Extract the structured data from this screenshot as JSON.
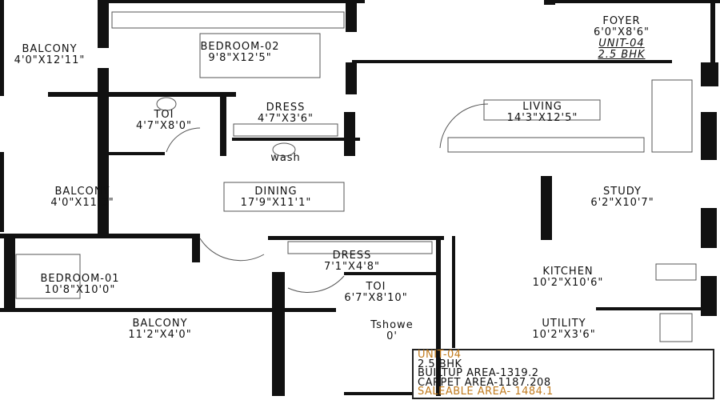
{
  "rooms": {
    "balcony_top": {
      "name": "BALCONY",
      "size": "4'0\"X12'11\""
    },
    "bedroom_02": {
      "name": "BEDROOM-02",
      "size": "9'8\"X12'5\""
    },
    "toi_top": {
      "name": "TOI",
      "size": "4'7\"X8'0\""
    },
    "dress_top": {
      "name": "DRESS",
      "size": "4'7\"X3'6\""
    },
    "wash": {
      "name": "wash"
    },
    "foyer": {
      "name": "FOYER",
      "size": "6'0\"X8'6\"",
      "unit": "UNIT-04",
      "type": "2.5 BHK"
    },
    "living": {
      "name": "LIVING",
      "size": "14'3\"X12'5\""
    },
    "study": {
      "name": "STUDY",
      "size": "6'2\"X10'7\""
    },
    "balcony_mid": {
      "name": "BALCONY",
      "size": "4'0\"X11'3\""
    },
    "dining": {
      "name": "DINING",
      "size": "17'9\"X11'1\""
    },
    "dress_bottom": {
      "name": "DRESS",
      "size": "7'1\"X4'8\""
    },
    "bedroom_01": {
      "name": "BEDROOM-01",
      "size": "10'8\"X10'0\""
    },
    "kitchen": {
      "name": "KITCHEN",
      "size": "10'2\"X10'6\""
    },
    "toi_bottom": {
      "name": "TOI",
      "size": "6'7\"X8'10\""
    },
    "balcony_bottom": {
      "name": "BALCONY",
      "size": "11'2\"X4'0\""
    },
    "shower": {
      "name": "Tshowe",
      "size": "0'"
    },
    "utility": {
      "name": "UTILITY",
      "size": "10'2\"X3'6\""
    }
  },
  "legend": {
    "unit": "UNIT-04",
    "type": "2.5 BHK",
    "builtup": "BUILTUP AREA-1319.2",
    "carpet": "CARPET AREA-1187.208",
    "saleable": "SALEABLE AREA- 1484.1"
  },
  "colors": {
    "wall": "#111111",
    "highlight": "#d89a3a"
  }
}
